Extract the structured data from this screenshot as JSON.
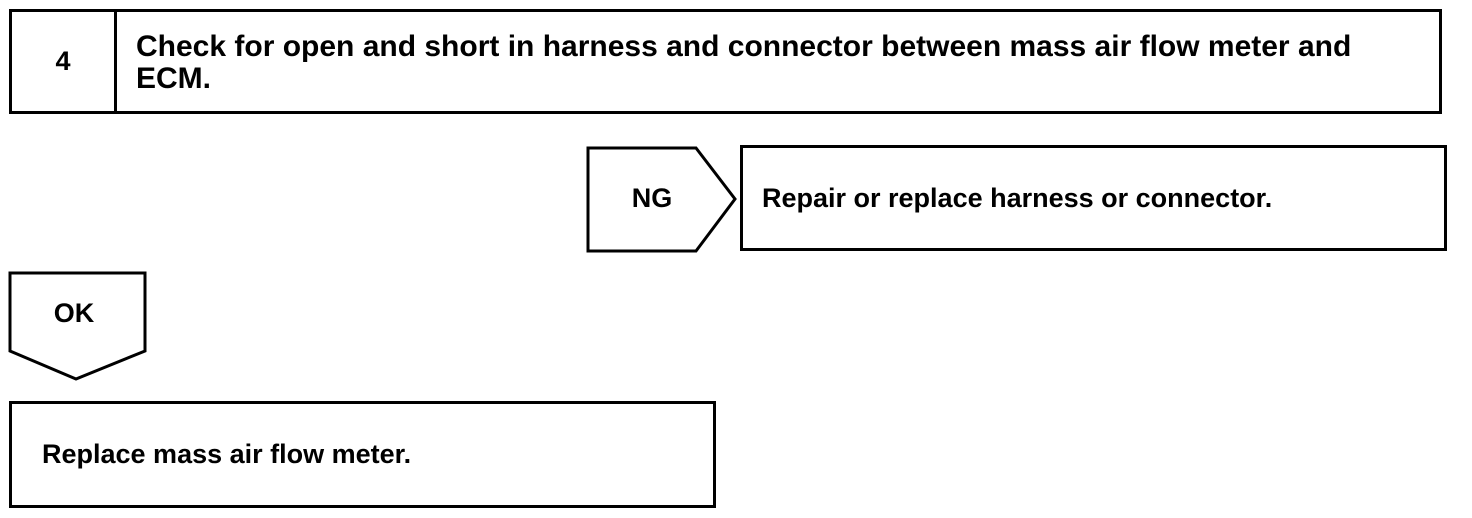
{
  "step": {
    "number": "4",
    "title": "Check for open and short in harness and connector between mass air flow meter and ECM."
  },
  "ng_branch": {
    "label": "NG",
    "action": "Repair or replace harness or connector."
  },
  "ok_branch": {
    "label": "OK",
    "action": "Replace mass air flow meter."
  }
}
